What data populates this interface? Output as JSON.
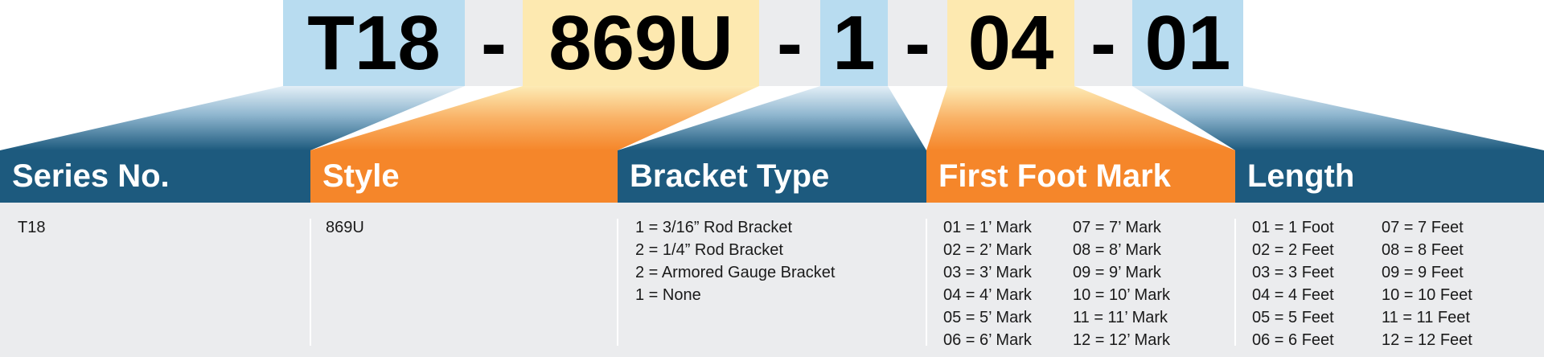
{
  "code": {
    "segments": [
      "T18",
      "869U",
      "1",
      "04",
      "01"
    ],
    "separator": "-"
  },
  "columns": [
    {
      "header": "Series No.",
      "lines": [
        "T18"
      ]
    },
    {
      "header": "Style",
      "lines": [
        "869U"
      ]
    },
    {
      "header": "Bracket Type",
      "lines": [
        "1 = 3/16” Rod Bracket",
        "2 = 1/4” Rod Bracket",
        "2 = Armored Gauge Bracket",
        "1 = None"
      ]
    },
    {
      "header": "First Foot Mark",
      "lines_a": [
        "01 = 1’ Mark",
        "02 = 2’ Mark",
        "03 = 3’ Mark",
        "04 = 4’ Mark",
        "05 = 5’ Mark",
        "06 = 6’ Mark"
      ],
      "lines_b": [
        "07 = 7’ Mark",
        "08 = 8’ Mark",
        "09 = 9’ Mark",
        "10 = 10’ Mark",
        "11 = 11’ Mark",
        "12 = 12’ Mark"
      ]
    },
    {
      "header": "Length",
      "lines_a": [
        "01 = 1 Foot",
        "02 = 2 Feet",
        "03 = 3 Feet",
        "04 = 4 Feet",
        "05 = 5 Feet",
        "06 = 6 Feet"
      ],
      "lines_b": [
        "07 = 7 Feet",
        "08 = 8 Feet",
        "09 = 9 Feet",
        "10 = 10 Feet",
        "11 = 11 Feet",
        "12 = 12 Feet"
      ]
    }
  ],
  "colors": {
    "blue_header": "#1d5a7e",
    "orange_header": "#f5862a",
    "blue_code_bg": "#b8dcf0",
    "yellow_code_bg": "#fde9b0",
    "band_bg": "#ebecee",
    "body_bg": "#ebecee"
  }
}
